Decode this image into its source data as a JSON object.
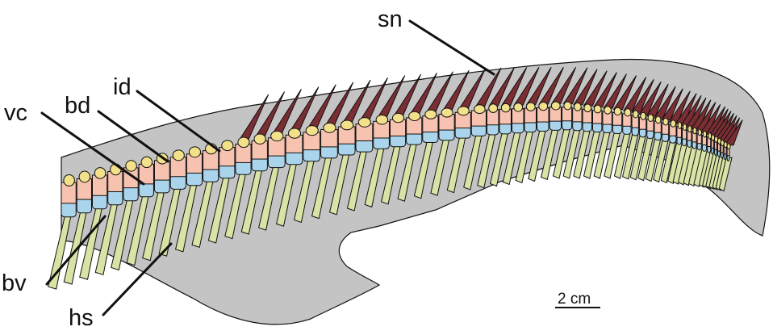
{
  "labels": {
    "sn": "sn",
    "id": "id",
    "vc": "vc",
    "bd": "bd",
    "bv": "bv",
    "hs": "hs"
  },
  "scale_bar": {
    "label": "2 cm"
  },
  "colors": {
    "background": "#ffffff",
    "body_outline": "#c4c4c4",
    "spine_neural": "#7a2e33",
    "interdorsal": "#f2e08a",
    "basidorsal": "#f2e08a",
    "vertebral_centrum": "#f7c2b0",
    "basiventral": "#a9d4ec",
    "haemal_spine": "#d9e3a5",
    "line": "#111111"
  }
}
